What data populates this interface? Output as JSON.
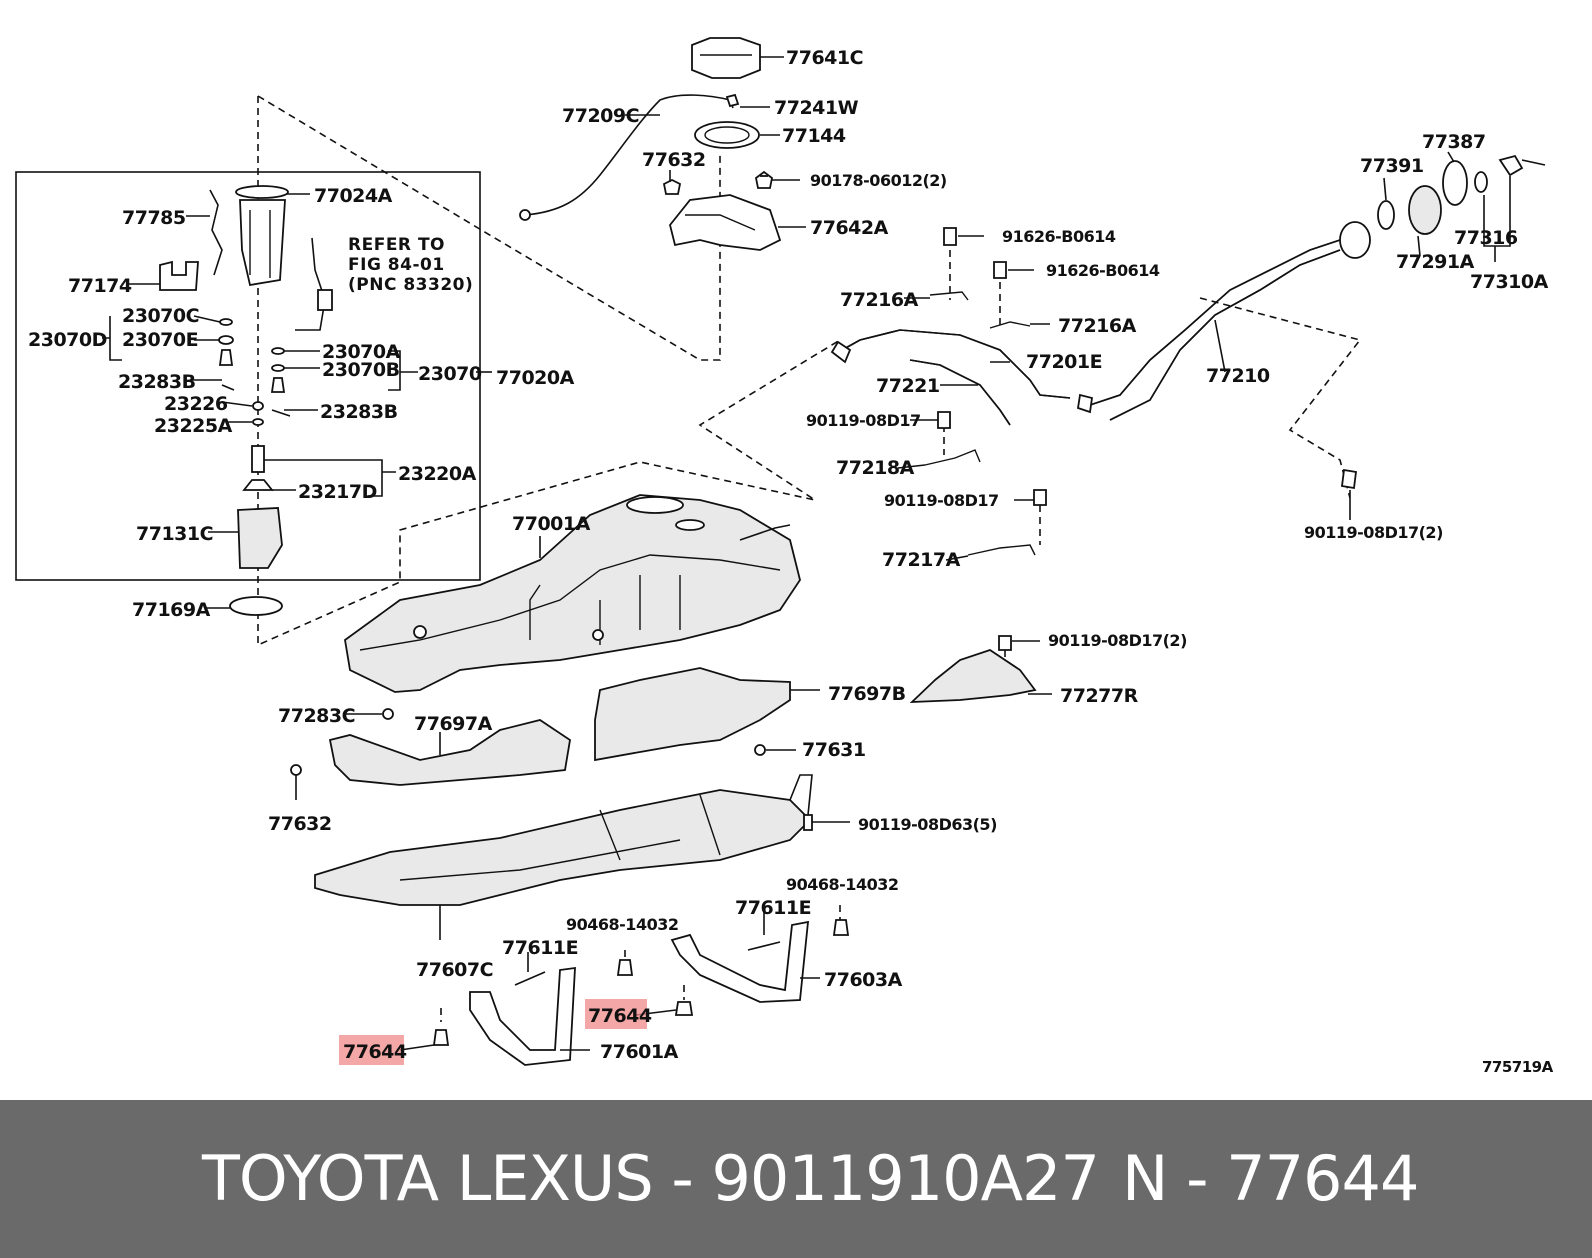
{
  "diagram": {
    "labels": {
      "p77641C": "77641C",
      "p77209C": "77209C",
      "p77241W": "77241W",
      "p77144": "77144",
      "p77632a": "77632",
      "p90178": "90178-06012(2)",
      "p77642A": "77642A",
      "p77024A": "77024A",
      "p77785": "77785",
      "p77174": "77174",
      "p23070C": "23070C",
      "p23070D": "23070D",
      "p23070E": "23070E",
      "p23283Ba": "23283B",
      "p23226": "23226",
      "p23225A": "23225A",
      "p23070A": "23070A",
      "p23070B": "23070B",
      "p23070": "23070",
      "p77020A": "77020A",
      "p23283Bb": "23283B",
      "p23220A": "23220A",
      "p23217D": "23217D",
      "p77131C": "77131C",
      "p77169A": "77169A",
      "p77001A": "77001A",
      "p77283C": "77283C",
      "p77697A": "77697A",
      "p77632b": "77632",
      "p77697B": "77697B",
      "p77631": "77631",
      "p90119d63": "90119-08D63(5)",
      "p77607C": "77607C",
      "p77611Ea": "77611E",
      "p90468a": "90468-14032",
      "p77644a": "77644",
      "p77601A": "77601A",
      "p77644b": "77644",
      "p77611Eb": "77611E",
      "p90468b": "90468-14032",
      "p77603A": "77603A",
      "p91626a": "91626-B0614",
      "p91626b": "91626-B0614",
      "p77216Aa": "77216A",
      "p77216Ab": "77216A",
      "p77201E": "77201E",
      "p77221": "77221",
      "p90119d17a": "90119-08D17",
      "p77218A": "77218A",
      "p90119d17b": "90119-08D17",
      "p77217A": "77217A",
      "p90119d17c": "90119-08D17(2)",
      "p77277R": "77277R",
      "p77210": "77210",
      "p90119d17d": "90119-08D17(2)",
      "p77387": "77387",
      "p77391": "77391",
      "p77316": "77316",
      "p77291A": "77291A",
      "p77310A": "77310A",
      "refer1": "REFER TO",
      "refer2": "FIG 84-01",
      "refer3": "(PNC 83320)",
      "figno": "775719A"
    },
    "highlight_color": "#f08a8a"
  },
  "footer": {
    "left": "TOYOTA LEXUS - 9011910A27",
    "right": "N - 77644",
    "background": "#6a6a6a"
  }
}
